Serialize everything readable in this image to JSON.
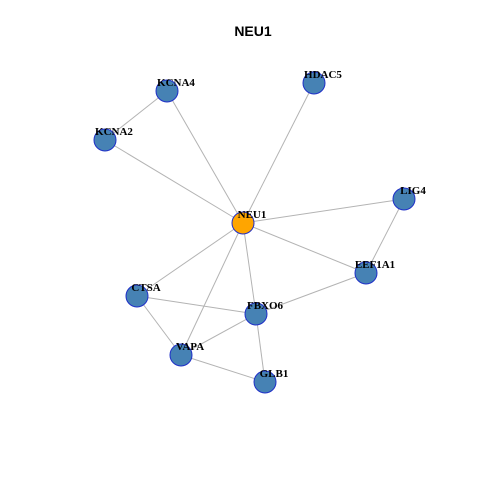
{
  "title": "NEU1",
  "colors": {
    "hub_fill": "#ffa500",
    "node_fill": "#4682b4",
    "node_stroke": "#1f2fc8",
    "edge": "#b3b3b3"
  },
  "nodes": [
    {
      "id": "NEU1",
      "label": "NEU1",
      "type": "hub"
    },
    {
      "id": "KCNA4",
      "label": "KCNA4",
      "type": "neighbor"
    },
    {
      "id": "HDAC5",
      "label": "HDAC5",
      "type": "neighbor"
    },
    {
      "id": "KCNA2",
      "label": "KCNA2",
      "type": "neighbor"
    },
    {
      "id": "LIG4",
      "label": "LIG4",
      "type": "neighbor"
    },
    {
      "id": "EEF1A1",
      "label": "EEF1A1",
      "type": "neighbor"
    },
    {
      "id": "CTSA",
      "label": "CTSA",
      "type": "neighbor"
    },
    {
      "id": "FBXO6",
      "label": "FBXO6",
      "type": "neighbor"
    },
    {
      "id": "VAPA",
      "label": "VAPA",
      "type": "neighbor"
    },
    {
      "id": "GLB1",
      "label": "GLB1",
      "type": "neighbor"
    }
  ],
  "edges": [
    [
      "NEU1",
      "KCNA4"
    ],
    [
      "NEU1",
      "HDAC5"
    ],
    [
      "NEU1",
      "KCNA2"
    ],
    [
      "NEU1",
      "LIG4"
    ],
    [
      "NEU1",
      "EEF1A1"
    ],
    [
      "NEU1",
      "CTSA"
    ],
    [
      "NEU1",
      "FBXO6"
    ],
    [
      "NEU1",
      "VAPA"
    ],
    [
      "KCNA4",
      "KCNA2"
    ],
    [
      "LIG4",
      "EEF1A1"
    ],
    [
      "EEF1A1",
      "FBXO6"
    ],
    [
      "CTSA",
      "FBXO6"
    ],
    [
      "CTSA",
      "VAPA"
    ],
    [
      "FBXO6",
      "VAPA"
    ],
    [
      "FBXO6",
      "GLB1"
    ],
    [
      "VAPA",
      "GLB1"
    ]
  ]
}
